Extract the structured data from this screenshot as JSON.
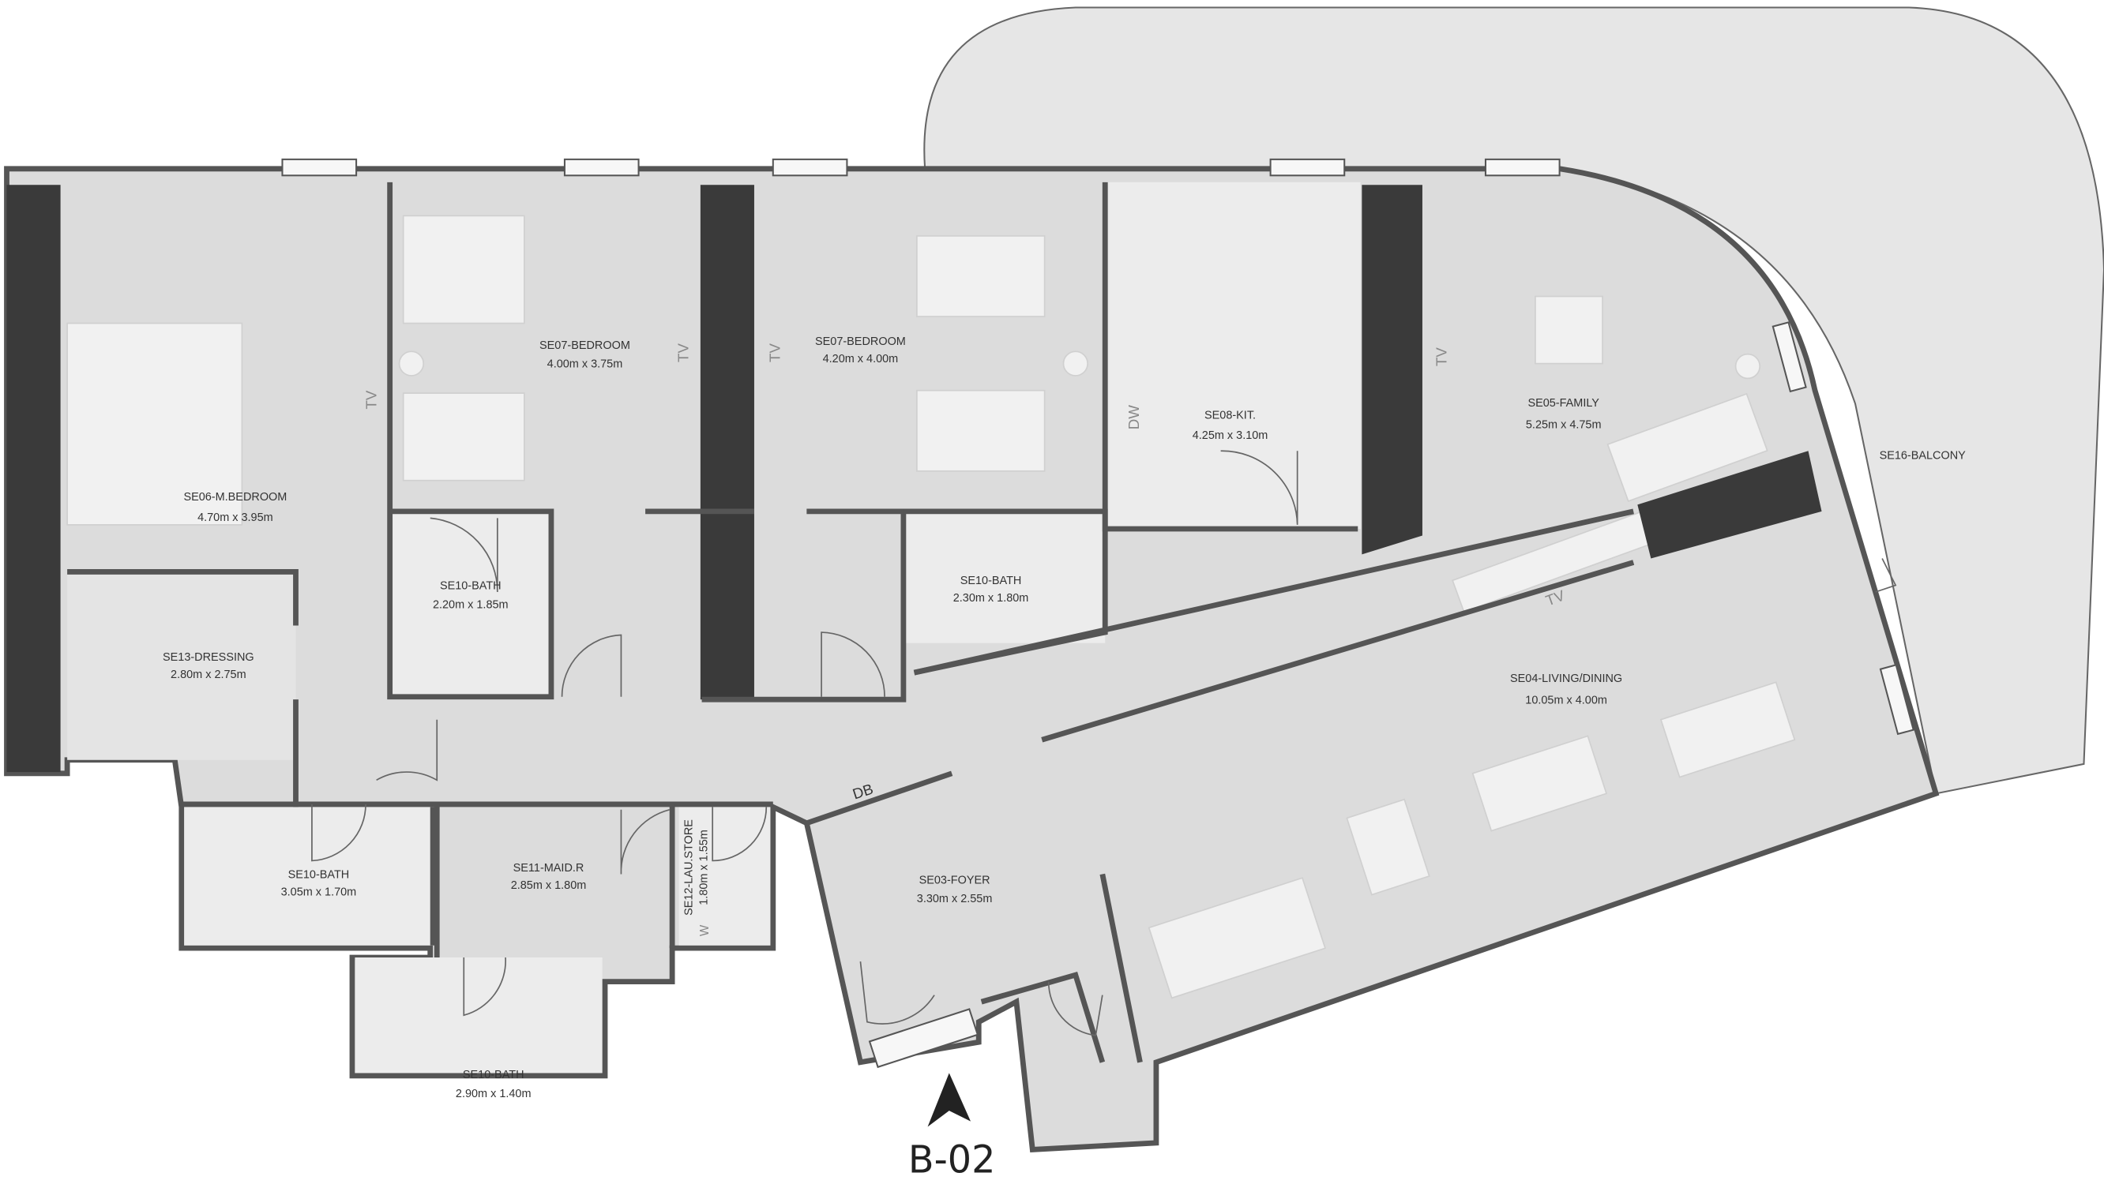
{
  "rooms": [
    {
      "name": "SE06-M.BEDROOM",
      "size": "4.70m x 3.95m"
    },
    {
      "name": "SE07-BEDROOM",
      "size": "4.00m x 3.75m"
    },
    {
      "name": "SE07-BEDROOM",
      "size": "4.20m x 4.00m"
    },
    {
      "name": "SE08-KIT.",
      "size": "4.25m x 3.10m"
    },
    {
      "name": "SE05-FAMILY",
      "size": "5.25m x 4.75m"
    },
    {
      "name": "SE16-BALCONY",
      "size": ""
    },
    {
      "name": "SE10-BATH",
      "size": "2.20m x 1.85m"
    },
    {
      "name": "SE10-BATH",
      "size": "2.30m x 1.80m"
    },
    {
      "name": "SE13-DRESSING",
      "size": "2.80m x 2.75m"
    },
    {
      "name": "SE04-LIVING/DINING",
      "size": "10.05m x 4.00m"
    },
    {
      "name": "SE10-BATH",
      "size": "3.05m x 1.70m"
    },
    {
      "name": "SE11-MAID.R",
      "size": "2.85m x 1.80m"
    },
    {
      "name": "SE12-LAU.STORE",
      "size": "1.80m x 1.55m"
    },
    {
      "name": "SE03-FOYER",
      "size": "3.30m x 2.55m"
    },
    {
      "name": "SE10-BATH",
      "size": "2.90m x 1.40m"
    }
  ],
  "fixtures": {
    "tv": "TV",
    "dishwasher": "DW",
    "distribution_board": "DB",
    "washer": "W"
  },
  "unit_marker": "B-02",
  "colors": {
    "floor": "#dcdcdc",
    "wet_areas": "#ededed",
    "balcony": "#e6e6e6",
    "walls": "#555555",
    "columns": "#3a3a3a"
  }
}
